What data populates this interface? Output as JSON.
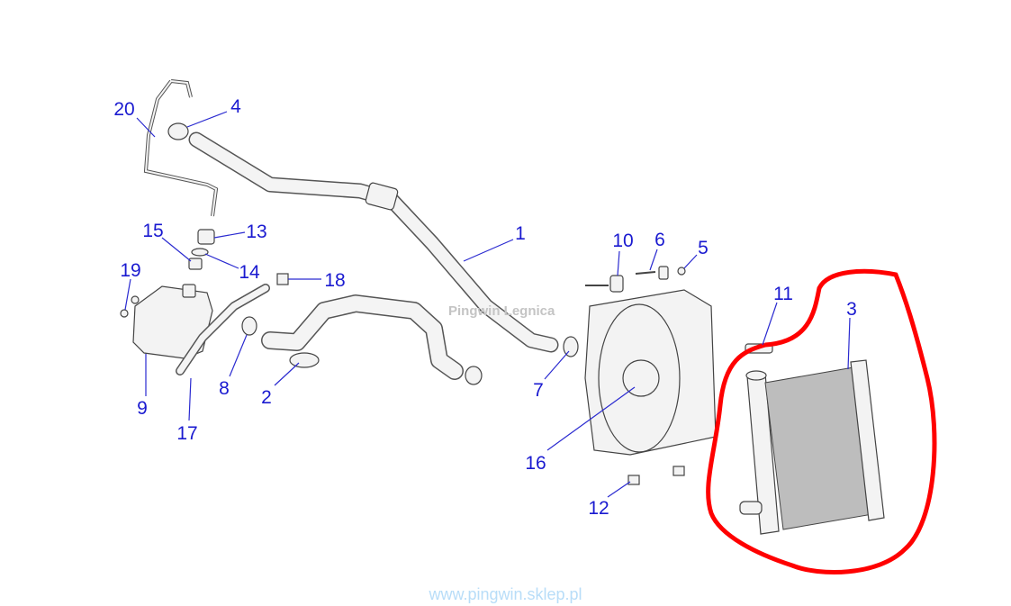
{
  "diagram": {
    "callouts": [
      "1",
      "2",
      "3",
      "4",
      "5",
      "6",
      "7",
      "8",
      "9",
      "10",
      "11",
      "12",
      "13",
      "14",
      "15",
      "16",
      "17",
      "18",
      "19",
      "20"
    ],
    "highlight_color": "#ff0000",
    "callout_color": "#1a1ad0"
  },
  "watermark": "Pingwin Legnica",
  "footer": "www.pingwin.sklep.pl"
}
